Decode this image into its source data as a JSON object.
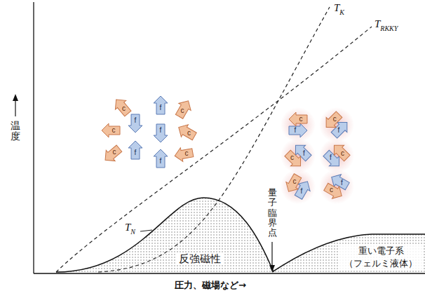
{
  "diagram": {
    "nodes": [
      {
        "text": [
          "反強磁性"
        ]
      },
      {
        "text": [
          "重い電子系 （フェルミ液体）"
        ]
      }
    ],
    "labels": [
      "T",
      "K",
      "T",
      "RKKY",
      "T",
      "N",
      "温度",
      "量子臨界点",
      "圧力、磁場など→",
      "f",
      "f",
      "f",
      "f",
      "f",
      "c",
      "c",
      "c",
      "c",
      "c",
      "c",
      "f",
      "c",
      "f",
      "c",
      "f",
      "c",
      "f",
      "c",
      "f",
      "c",
      "f",
      "c"
    ]
  }
}
